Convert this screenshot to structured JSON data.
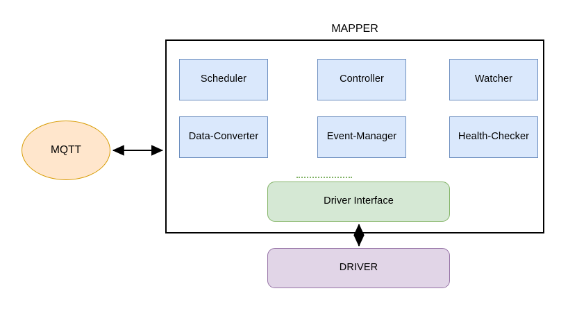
{
  "diagram": {
    "title": "MAPPER",
    "container_label": "MAPPER",
    "components": [
      {
        "id": "scheduler",
        "label": "Scheduler",
        "row": 1,
        "col": 1
      },
      {
        "id": "controller",
        "label": "Controller",
        "row": 1,
        "col": 2
      },
      {
        "id": "watcher",
        "label": "Watcher",
        "row": 1,
        "col": 3
      },
      {
        "id": "data-converter",
        "label": "Data-Converter",
        "row": 2,
        "col": 1
      },
      {
        "id": "event-manager",
        "label": "Event-Manager",
        "row": 2,
        "col": 2
      },
      {
        "id": "health-checker",
        "label": "Health-Checker",
        "row": 2,
        "col": 3
      }
    ],
    "driver_interface": {
      "label": "Driver Interface"
    },
    "driver": {
      "label": "DRIVER"
    },
    "broker": {
      "label": "MQTT"
    },
    "connectors": [
      {
        "id": "mqtt-to-mapper",
        "type": "bidirectional-arrow",
        "orientation": "horizontal"
      },
      {
        "id": "driver-interface-to-driver",
        "type": "bidirectional-arrow",
        "orientation": "vertical"
      }
    ],
    "colors": {
      "component_fill": "#dae8fc",
      "component_stroke": "#6c8ebf",
      "driver_interface_fill": "#d5e8d4",
      "driver_interface_stroke": "#82b366",
      "driver_fill": "#e1d5e7",
      "driver_stroke": "#9673a6",
      "broker_fill": "#ffe6cc",
      "broker_stroke": "#d79b00",
      "frame_stroke": "#000000",
      "arrow_stroke": "#000000",
      "background": "#ffffff"
    }
  }
}
